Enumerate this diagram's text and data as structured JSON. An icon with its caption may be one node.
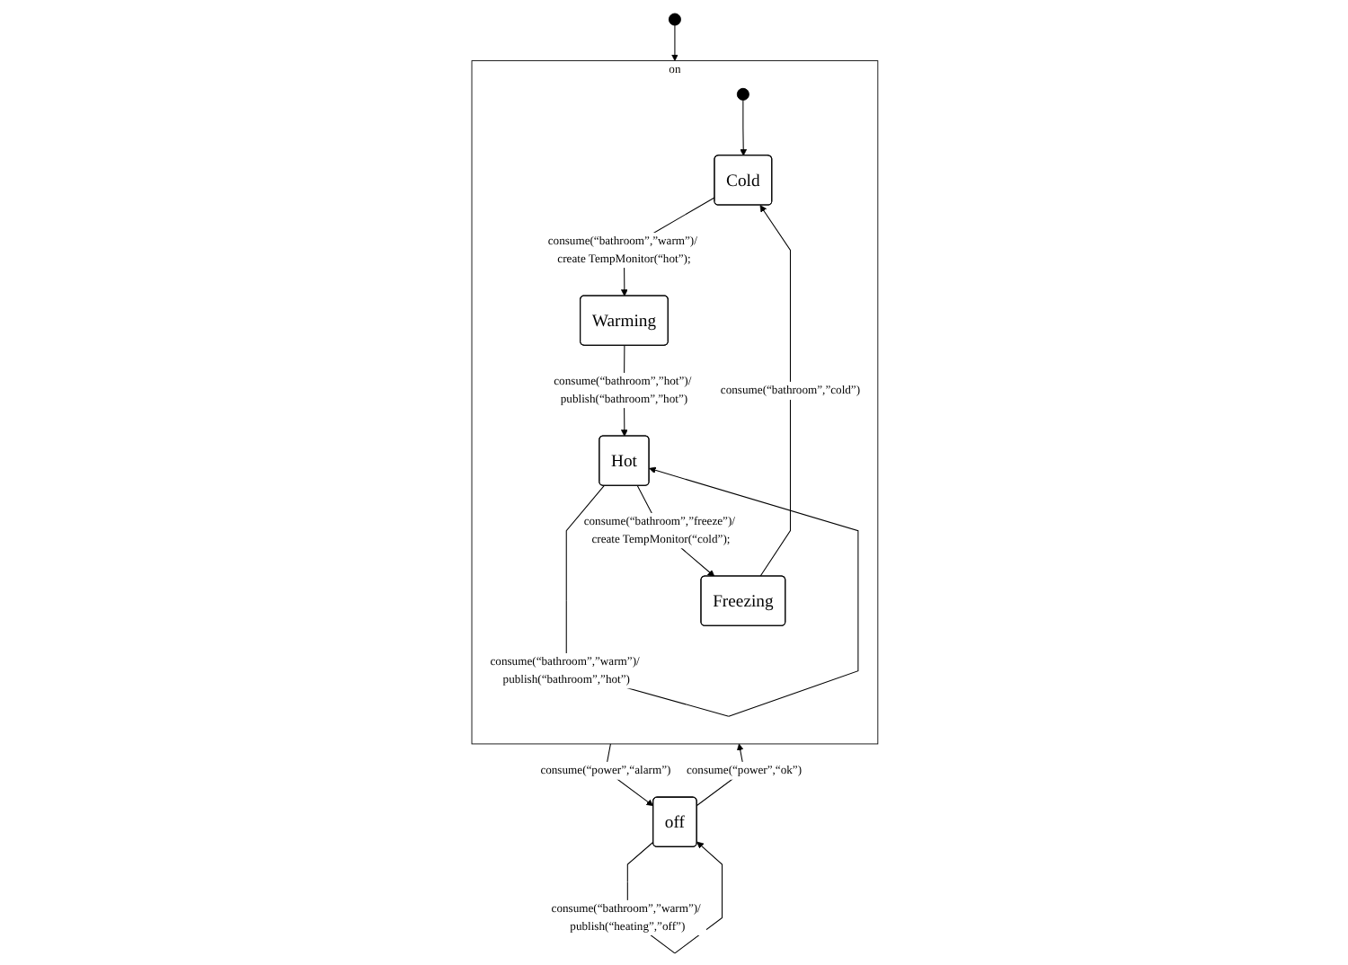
{
  "diagram": {
    "nodes": [
      {
        "text": [],
        "shape": "circle"
      },
      {
        "text": [
          "on"
        ]
      },
      {
        "text": [],
        "shape": "circle",
        "in": 1
      },
      {
        "text": [
          "Cold"
        ],
        "in": 1
      },
      {
        "text": [
          "Warming"
        ],
        "in": 1
      },
      {
        "text": [
          "Hot"
        ],
        "in": 1
      },
      {
        "text": [
          "Freezing"
        ],
        "in": 1
      },
      {
        "text": [
          "off"
        ]
      }
    ],
    "edges": [
      {
        "from": 0,
        "to": 1,
        "arrow": "to"
      },
      {
        "from": 2,
        "to": 3,
        "arrow": "to"
      },
      {
        "from": 3,
        "to": 4,
        "arrow": "to",
        "label": "consume(“bathroom”,”warm”)/ create TempMonitor(“hot”);"
      },
      {
        "from": 4,
        "to": 5,
        "arrow": "to",
        "label": "consume(“bathroom”,”hot”)/ publish(“bathroom”,”hot”)"
      },
      {
        "from": 5,
        "to": 5,
        "arrow": "to",
        "label": "consume(“bathroom”,”warm”)/ publish(“bathroom”,”hot”)"
      },
      {
        "from": 5,
        "to": 6,
        "arrow": "to",
        "label": "consume(“bathroom”,”freeze”)/ create TempMonitor(“cold”);"
      },
      {
        "from": 6,
        "to": 3,
        "arrow": "to",
        "label": "consume(“bathroom”,”cold”)"
      },
      {
        "from": 1,
        "to": 7,
        "arrow": "to",
        "label": "consume(“power”,“alarm”)"
      },
      {
        "from": 7,
        "to": 1,
        "arrow": "to",
        "label": "consume(“power”,“ok”)"
      },
      {
        "from": 7,
        "to": 7,
        "arrow": "to",
        "label": "consume(“bathroom”,”warm”)/ publish(“heating”,”off”)"
      }
    ]
  }
}
